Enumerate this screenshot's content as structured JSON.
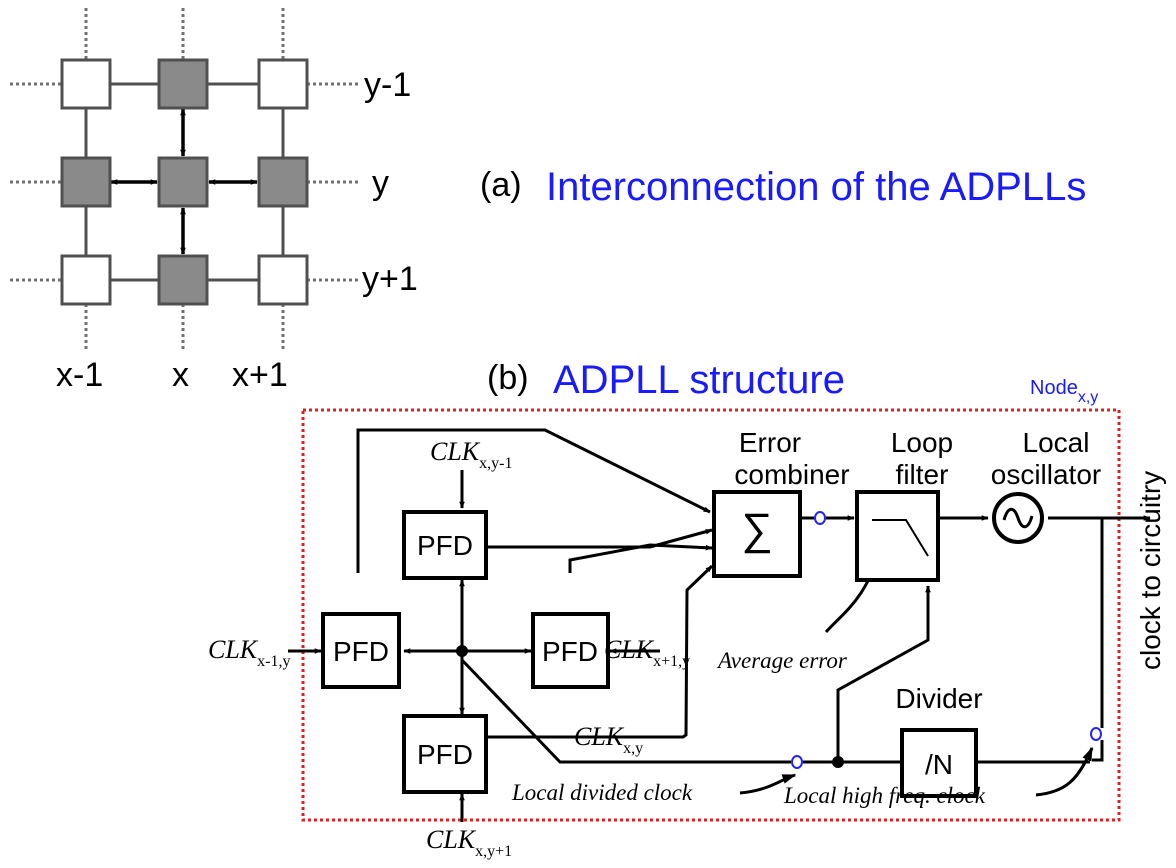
{
  "colors": {
    "title_blue": "#1a1aff",
    "node_fill": "#8a8a8a",
    "node_border": "#505050",
    "dotted_border": "#e02020",
    "wire": "#000000",
    "junction_blue": "#2222ff"
  },
  "grid": {
    "row_labels": [
      "y-1",
      "y",
      "y+1"
    ],
    "col_labels": [
      "x-1",
      "x",
      "x+1"
    ]
  },
  "captions": {
    "a_prefix": "(a)",
    "a_title": "Interconnection of the ADPLLs",
    "b_prefix": "(b)",
    "b_title": "ADPLL structure"
  },
  "node_label": {
    "base": "Node",
    "sub": "x,y"
  },
  "blocks": {
    "pfd_label": "PFD",
    "error_combiner_title_1": "Error",
    "error_combiner_title_2": "combiner",
    "sum_symbol": "∑",
    "loop_filter_title_1": "Loop",
    "loop_filter_title_2": "filter",
    "oscillator_title_1": "Local",
    "oscillator_title_2": "oscillator",
    "divider_title": "Divider",
    "divider_label": "/N"
  },
  "signals": {
    "clk_base": "CLK",
    "clk_top_sub": "x,y-1",
    "clk_right_sub": "x+1,y",
    "clk_left_sub": "x-1,y",
    "clk_bottom_sub": "x,y+1",
    "clk_center_sub": "x,y",
    "output_label": "clock to circuitry"
  },
  "annotations": {
    "average_error": "Average error",
    "local_divided_clock": "Local divided clock",
    "local_high_freq_clock": "Local high freq. clock"
  },
  "icons": {
    "oscillator": "sine-wave-icon",
    "lowpass": "lowpass-response-icon",
    "arrowhead": "arrowhead-icon"
  }
}
